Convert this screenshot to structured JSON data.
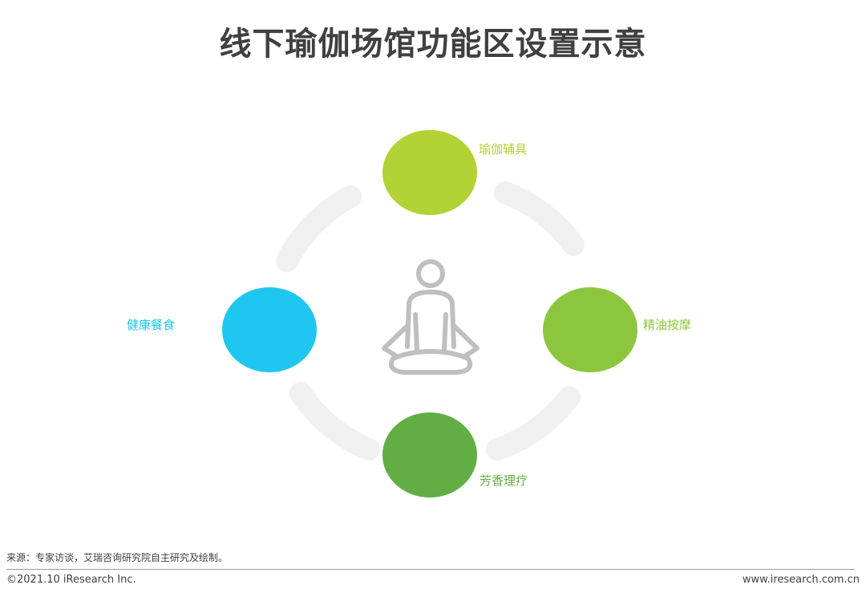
{
  "title": "线下瑜伽场馆功能区设置示意",
  "nodes": {
    "top": {
      "label": "瑜伽辅具",
      "color": "#B2D235"
    },
    "right": {
      "label": "精油按摩",
      "color": "#8CC63F"
    },
    "bottom": {
      "label": "芳香理疗",
      "color": "#62AE45"
    },
    "left": {
      "label": "健康餐食",
      "color": "#1FC7F0"
    }
  },
  "center_icon": "meditating-person-icon",
  "arc_color": "#F0F0F0",
  "icon_color": "#BFBFBF",
  "footer": {
    "source": "来源：专家访谈，艾瑞咨询研究院自主研究及绘制。",
    "copyright": "©2021.10 iResearch Inc.",
    "website": "www.iresearch.com.cn"
  }
}
